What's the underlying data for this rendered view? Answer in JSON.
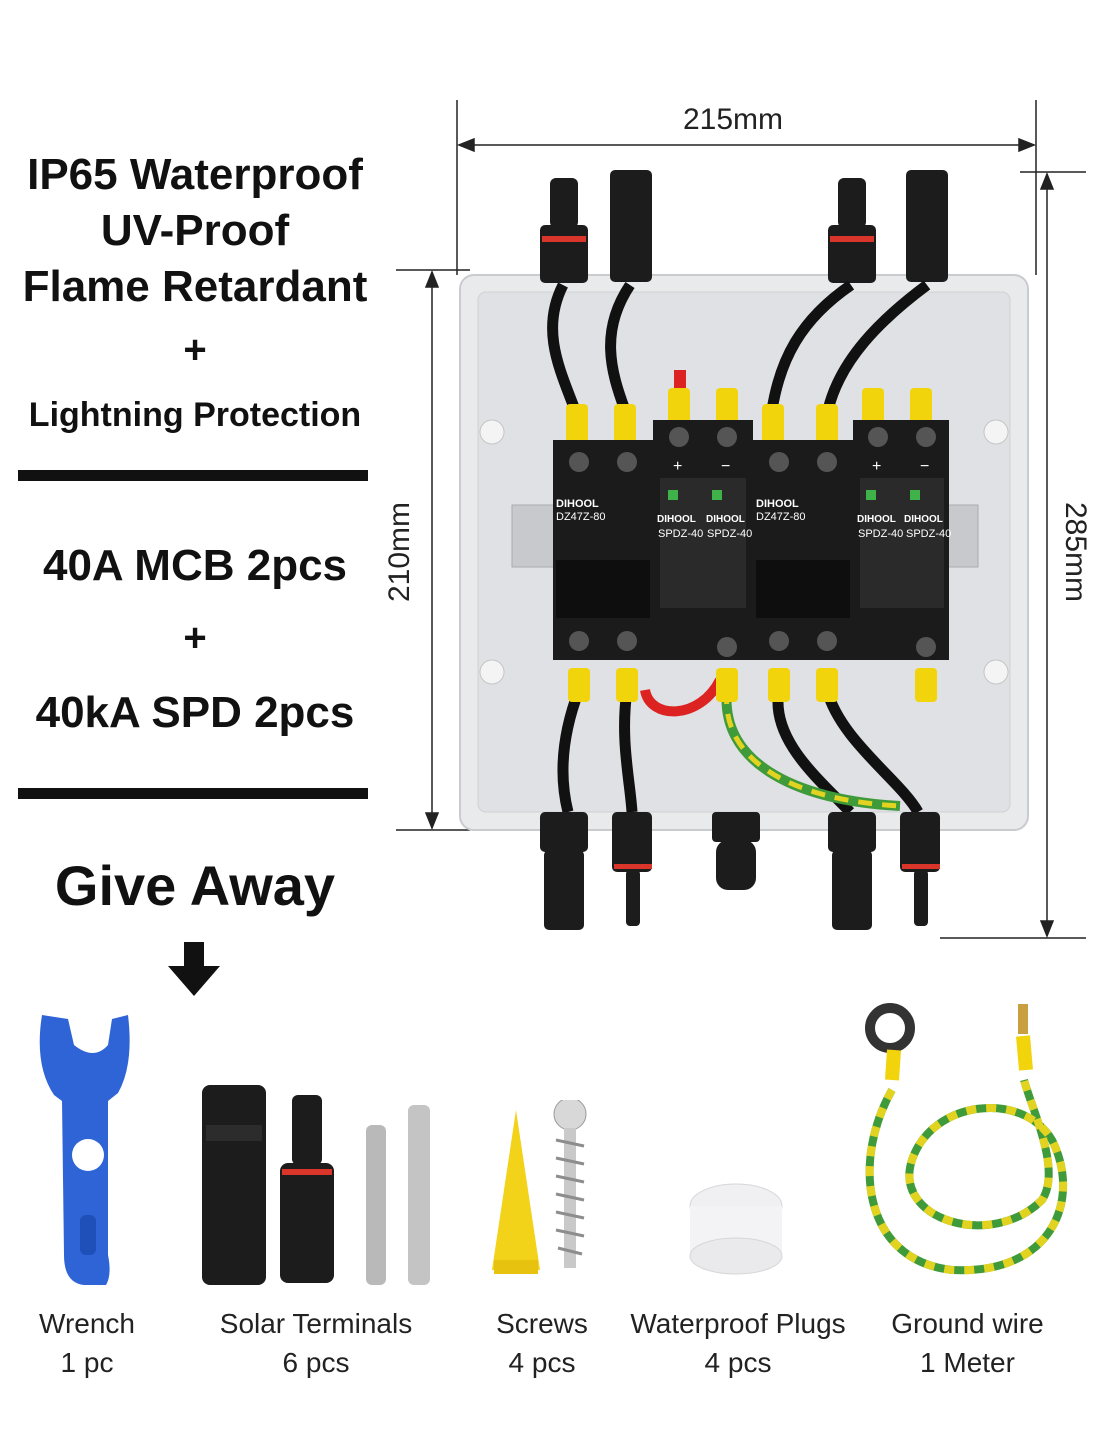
{
  "features": {
    "line1": "IP65 Waterproof",
    "line2": "UV-Proof",
    "line3": "Flame Retardant",
    "plus1": "+",
    "line4": "Lightning Protection",
    "mcb": "40A MCB 2pcs",
    "plus2": "+",
    "spd": "40kA SPD 2pcs"
  },
  "giveaway": "Give Away",
  "dimensions": {
    "width": "215mm",
    "height": "210mm",
    "total_height": "285mm"
  },
  "device_labels": {
    "brand": "DIHOOL",
    "mcb_model": "DZ47Z-80",
    "spd_model": "SPDZ-40",
    "plus": "+",
    "minus": "−"
  },
  "accessories": [
    {
      "name": "Wrench",
      "qty": "1 pc"
    },
    {
      "name": "Solar Terminals",
      "qty": "6 pcs"
    },
    {
      "name": "Screws",
      "qty": "4 pcs"
    },
    {
      "name": "Waterproof Plugs",
      "qty": "4 pcs"
    },
    {
      "name": "Ground wire",
      "qty": "1 Meter"
    }
  ],
  "colors": {
    "enclosure": "#e9eaec",
    "device": "#1b1b1b",
    "ferrule": "#f2d40c",
    "wrench": "#2f64d6",
    "ground_green": "#3f9a3a"
  }
}
